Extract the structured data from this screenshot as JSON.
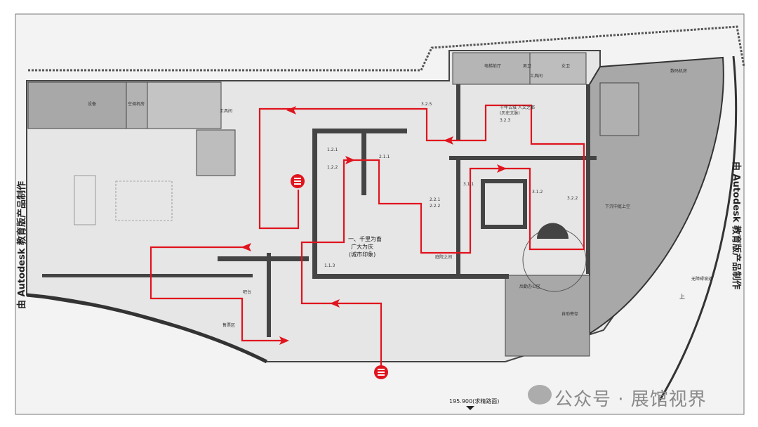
{
  "side_note": "由 Autodesk 教育版产品制作",
  "watermark": "公众号 · 展馆视界",
  "elevation_mark": "195.900(求精路面)",
  "rooms": {
    "equipment": "设备",
    "hvac": "空调机房",
    "tool_room_left": "工具间",
    "elevator_hall": "电梯前厅",
    "mens_restroom": "男卫",
    "womens_restroom": "女卫",
    "tool_room_right": "工具间",
    "machine_room": "数码机房",
    "bar": "吧台",
    "ticket_area": "售票区",
    "back_office": "后勤办公区",
    "storage": "自助寄存",
    "ramp": "无障碍坡道",
    "up": "上",
    "sunken_court": "下沉中庭上空"
  },
  "exhibits": {
    "intro_title": "一、千里为畜",
    "intro_line2": "广大为庆",
    "intro_line3": "(城市印象)",
    "zone_325": "3.2.5",
    "zone_323": "3.2.3",
    "zone_322": "3.2.2",
    "zone_211": "2.1.1",
    "zone_221": "2.2.1",
    "zone_222": "2.2.2",
    "zone_311": "3.1.1",
    "zone_312": "3.1.2",
    "zone_113": "1.1.3",
    "zone_121": "1.2.1",
    "zone_122": "1.2.2",
    "history_title": "千年古城 人文之都",
    "history_sub": "(历史文脉)",
    "courtyard": "庭院之间"
  },
  "colors": {
    "route": "#e0141e",
    "dark_room": "#a8a8a8",
    "floor": "#e6e6e6",
    "wall": "#444444"
  }
}
